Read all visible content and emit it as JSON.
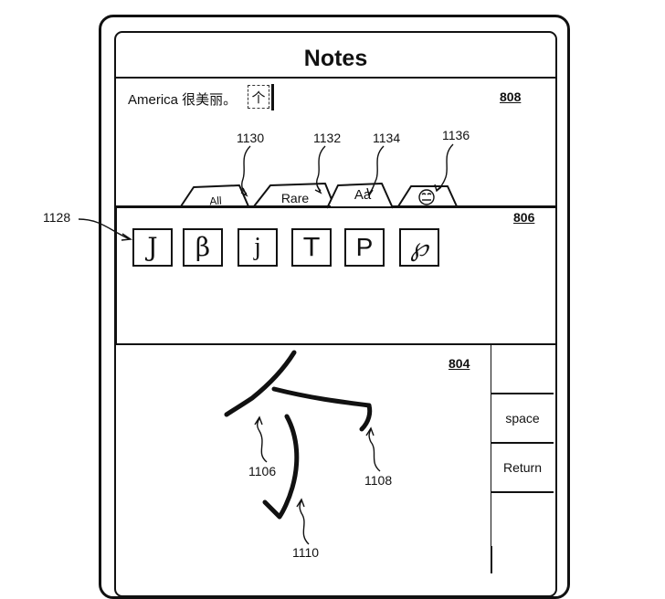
{
  "app": {
    "title": "Notes"
  },
  "note": {
    "text": "America 很美丽。",
    "pending_char": "个"
  },
  "tabs": [
    {
      "label": "All"
    },
    {
      "label": "Rare"
    },
    {
      "label": "Aa"
    },
    {
      "label": "emoji",
      "icon": "smiley-face-icon"
    }
  ],
  "candidates": [
    {
      "char": "J"
    },
    {
      "char": "β"
    },
    {
      "char": "j"
    },
    {
      "char": "T"
    },
    {
      "char": "P"
    },
    {
      "char": "℘"
    }
  ],
  "keys": {
    "delete_icon": "backspace-icon",
    "space": "space",
    "return": "Return",
    "keyboard_icon": "keyboard-icon"
  },
  "reference_numerals": {
    "note_area": "808",
    "candidate_panel": "806",
    "handwriting_area": "804",
    "tab_all": "1130",
    "tab_rare": "1132",
    "tab_aa": "1134",
    "tab_emoji": "1136",
    "candidate_row": "1128",
    "stroke_left": "1106",
    "stroke_right": "1108",
    "stroke_bottom": "1110"
  }
}
